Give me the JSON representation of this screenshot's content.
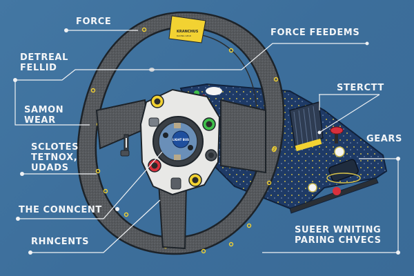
{
  "title": "Steering wheel & force feedback base diagram",
  "labels": {
    "force": "FORCE",
    "detreal_fellid": "DETREAL\nFELLID",
    "samon_wear": "SAMON\nWEAR",
    "sclotes": "SCLOTES\nTETNOX,\nUDADS",
    "the_conncent": "THE CONNCENT",
    "rhncents": "RHNCENTS",
    "force_feedems": "FORCE FEEDEMS",
    "sterctt": "STERCTT",
    "gears": "GEARS",
    "sueer_wniting": "SUEER WNITING\nPARING CHVECS"
  },
  "wheel": {
    "grip_band_text": "KRANCHUS",
    "grip_band_subtext": "RACING GEAR",
    "hub_badge_text": "LIGHT BUS"
  },
  "colors": {
    "background": "#3f709c",
    "rim": "#55585c",
    "rim_edge": "#1d2329",
    "accent_yellow": "#f2d232",
    "plate": "#e8e8e6",
    "pcb": "#1e3a66",
    "button_red": "#d8303c",
    "button_green": "#3fbf4a",
    "hub_badge": "#1f4f9e",
    "leader_line": "#f0f2f4"
  }
}
